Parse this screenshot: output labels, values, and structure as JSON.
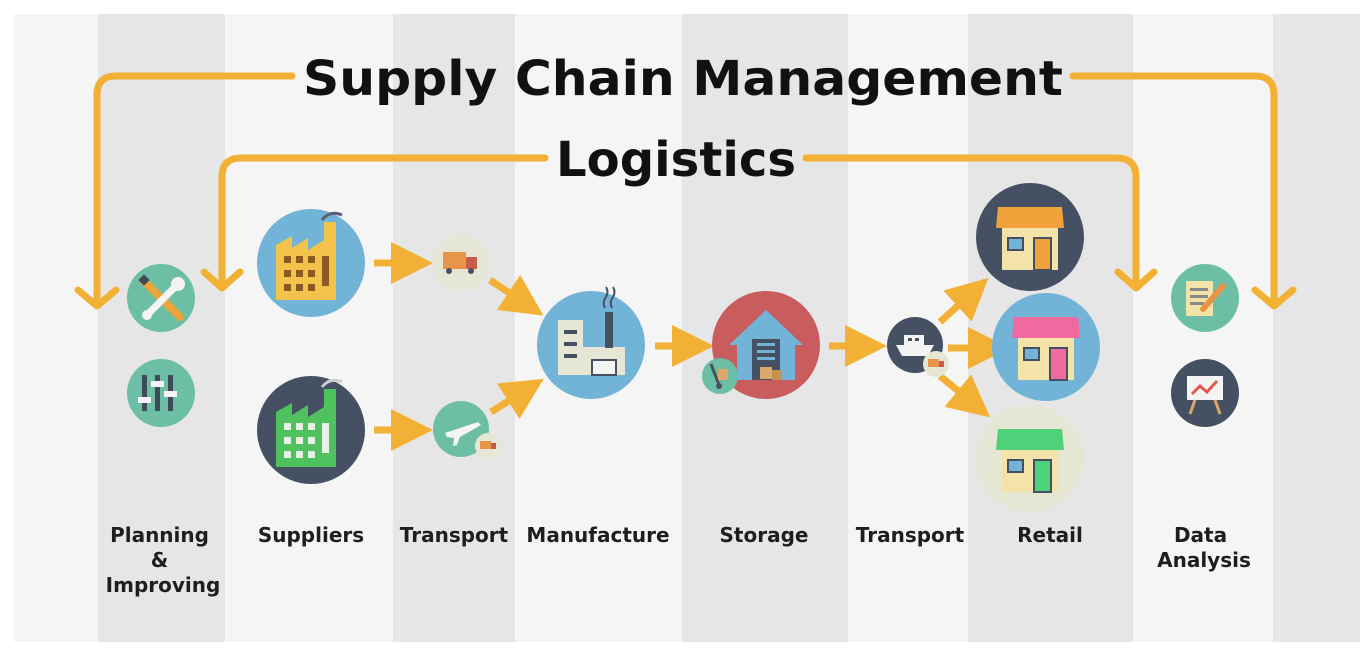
{
  "titles": {
    "supply_chain": "Supply Chain Management",
    "logistics": "Logistics"
  },
  "stages": {
    "planning": [
      "Planning",
      "&",
      "Improving"
    ],
    "suppliers": "Suppliers",
    "transport_1": "Transport",
    "manufacture": "Manufacture",
    "storage": "Storage",
    "transport_2": "Transport",
    "retail": "Retail",
    "data_analysis": [
      "Data",
      "Analysis"
    ]
  },
  "icons": {
    "planning": [
      "tools-icon",
      "sliders-icon"
    ],
    "suppliers": [
      "factory-yellow-icon",
      "factory-green-icon"
    ],
    "transport_1": [
      "truck-icon",
      "airplane-icon"
    ],
    "manufacture": [
      "manufacturing-plant-icon"
    ],
    "storage": [
      "warehouse-icon",
      "hand-truck-icon"
    ],
    "transport_2": [
      "ship-icon"
    ],
    "retail": [
      "store-orange-icon",
      "store-pink-icon",
      "store-green-icon"
    ],
    "data_analysis": [
      "clipboard-pencil-icon",
      "presentation-easel-icon"
    ]
  },
  "colors": {
    "arrow": "#f2b134",
    "stripe_light": "#f5f5f5",
    "stripe_dark": "#e6e6e6",
    "teal": "#6cbfa5",
    "sky": "#72b3d8",
    "navy": "#465063",
    "red": "#c95c5c",
    "cream": "#e6e6d4"
  }
}
